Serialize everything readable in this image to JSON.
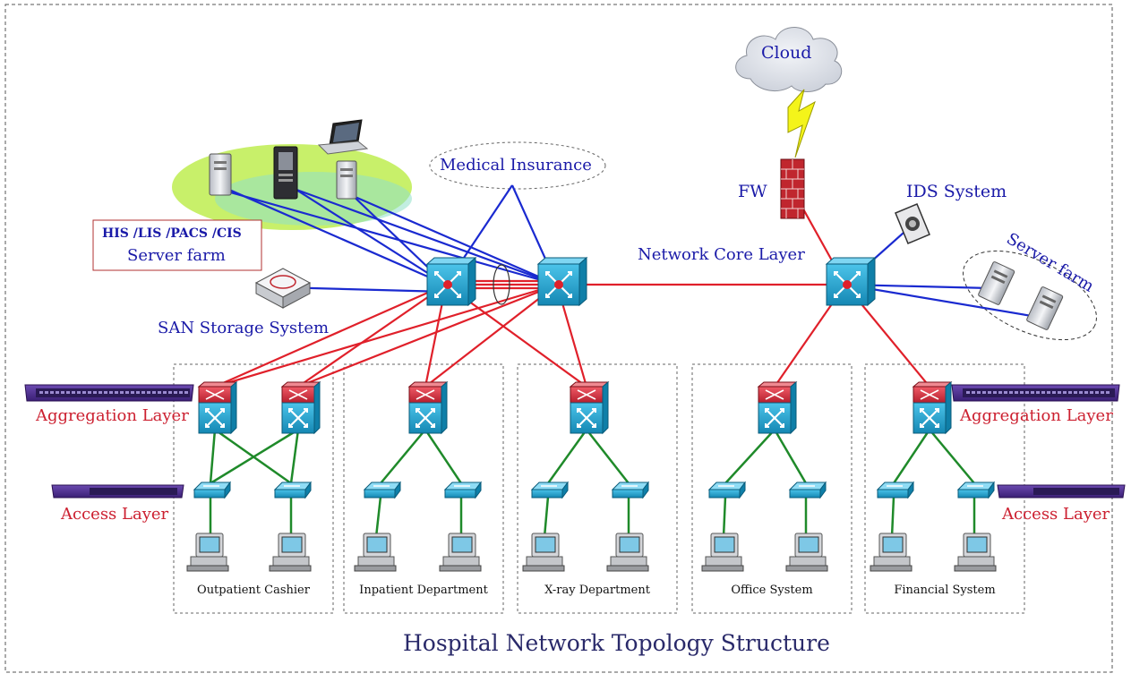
{
  "title": "Hospital Network Topology Structure",
  "labels": {
    "cloud": "Cloud",
    "fw": "FW",
    "ids": "IDS System",
    "medical_insurance": "Medical Insurance",
    "core_layer": "Network Core Layer",
    "server_farm": "Server farm",
    "his_line1": "HIS /LIS /PACS /CIS",
    "his_line2": "Server farm",
    "san": "SAN Storage System",
    "aggregation_left": "Aggregation Layer",
    "aggregation_right": "Aggregation Layer",
    "access_left": "Access Layer",
    "access_right": "Access Layer"
  },
  "departments": [
    "Outpatient Cashier",
    "Inpatient Department",
    "X-ray Department",
    "Office System",
    "Financial System"
  ],
  "colors": {
    "core_link": "#e0202a",
    "server_link": "#1a2ad0",
    "access_link": "#1f8a2a",
    "label_blue": "#1a1aa8",
    "label_red": "#cc2030",
    "switch_blue": "#1ca3cf",
    "router_red": "#cc2a3a",
    "device_purple": "#4a2a8a"
  },
  "icons": [
    "cloud-icon",
    "firewall-icon",
    "lightning-icon",
    "ids-camera-icon",
    "core-switch-icon",
    "router-icon",
    "access-switch-icon",
    "computer-icon",
    "server-icon",
    "laptop-icon",
    "storage-icon",
    "rack-device-icon"
  ]
}
